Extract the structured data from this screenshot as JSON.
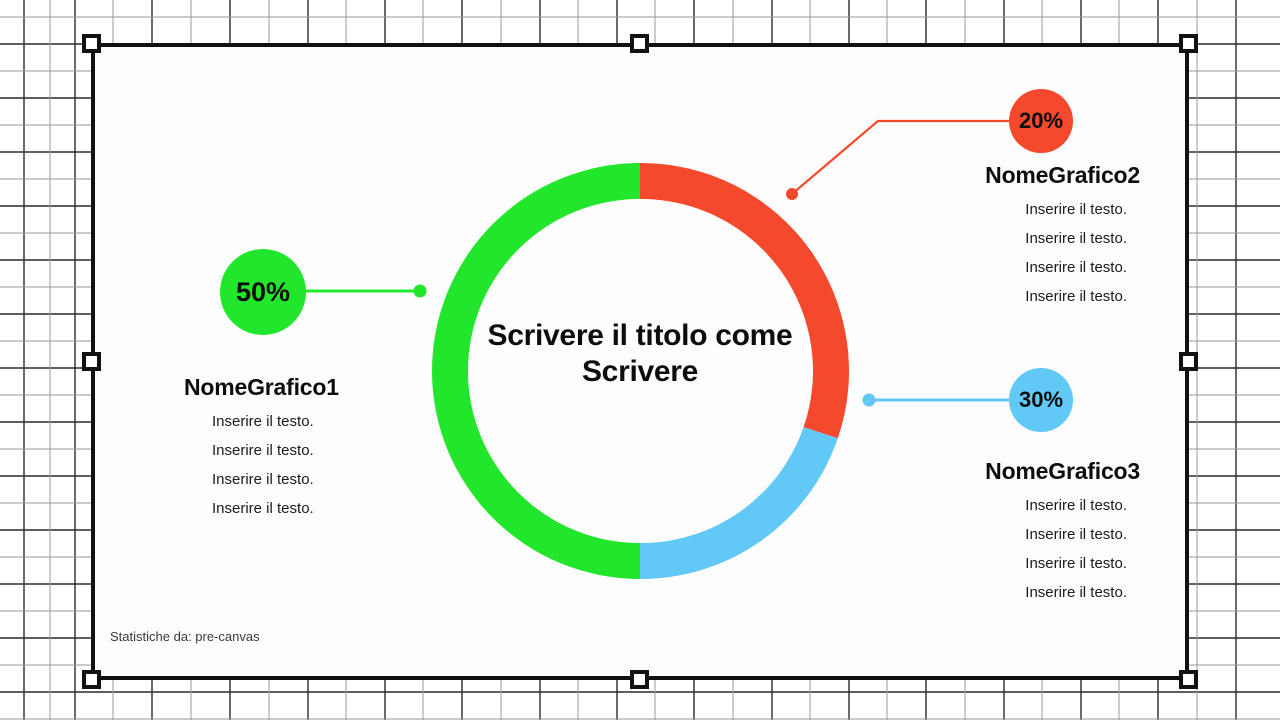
{
  "canvas": {
    "background": "#ffffff",
    "slide_background": "#fdfdfd",
    "selection_border_color": "#111111",
    "handle_fill": "#ffffff"
  },
  "chart_data": {
    "type": "pie",
    "variant": "donut",
    "title": "Scrivere il titolo come Scrivere",
    "categories": [
      "NomeGrafico1",
      "NomeGrafico2",
      "NomeGrafico3"
    ],
    "values": [
      50,
      20,
      30
    ],
    "labels": [
      "50%",
      "20%",
      "30%"
    ],
    "colors": [
      "#22e62b",
      "#f5492d",
      "#62c8f5"
    ],
    "start_angle_deg": 0,
    "direction": "counterclockwise",
    "legend_position": "sides",
    "grid": false,
    "xlabel": "",
    "ylabel": ""
  },
  "center": {
    "title_line_1": "Scrivere il titolo come",
    "title_line_2": "Scrivere",
    "title_full": "Scrivere il titolo come Scrivere"
  },
  "segments": [
    {
      "id": "segment-1",
      "name": "NomeGrafico1",
      "percent_label": "50%",
      "percent_value": 50,
      "color": "#22e62b",
      "body": [
        "Inserire il testo.",
        "Inserire il testo.",
        "Inserire il testo.",
        "Inserire il testo."
      ]
    },
    {
      "id": "segment-2",
      "name": "NomeGrafico2",
      "percent_label": "20%",
      "percent_value": 20,
      "color": "#f5492d",
      "body": [
        "Inserire il testo.",
        "Inserire il testo.",
        "Inserire il testo.",
        "Inserire il testo."
      ]
    },
    {
      "id": "segment-3",
      "name": "NomeGrafico3",
      "percent_label": "30%",
      "percent_value": 30,
      "color": "#62c8f5",
      "body": [
        "Inserire il testo.",
        "Inserire il testo.",
        "Inserire il testo.",
        "Inserire il testo."
      ]
    }
  ],
  "footer": {
    "source": "Statistiche da: pre-canvas"
  },
  "handles": [
    {
      "name": "handle-top-left"
    },
    {
      "name": "handle-top-center"
    },
    {
      "name": "handle-top-right"
    },
    {
      "name": "handle-middle-left"
    },
    {
      "name": "handle-middle-right"
    },
    {
      "name": "handle-bottom-left"
    },
    {
      "name": "handle-bottom-center"
    },
    {
      "name": "handle-bottom-right"
    }
  ]
}
